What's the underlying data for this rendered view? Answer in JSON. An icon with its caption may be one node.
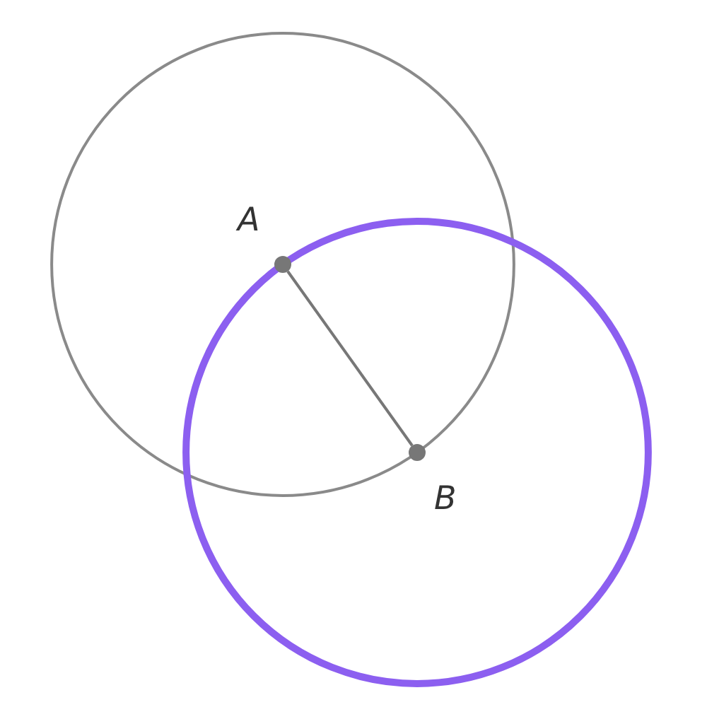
{
  "diagram": {
    "nodes": [
      {
        "text": [],
        "shape": "circle",
        "beside": [
          "A"
        ]
      },
      {
        "text": [],
        "shape": "circle",
        "beside": [
          "B"
        ]
      }
    ],
    "edges": [
      {
        "from": 0,
        "to": 1,
        "arrow": "none"
      }
    ]
  }
}
